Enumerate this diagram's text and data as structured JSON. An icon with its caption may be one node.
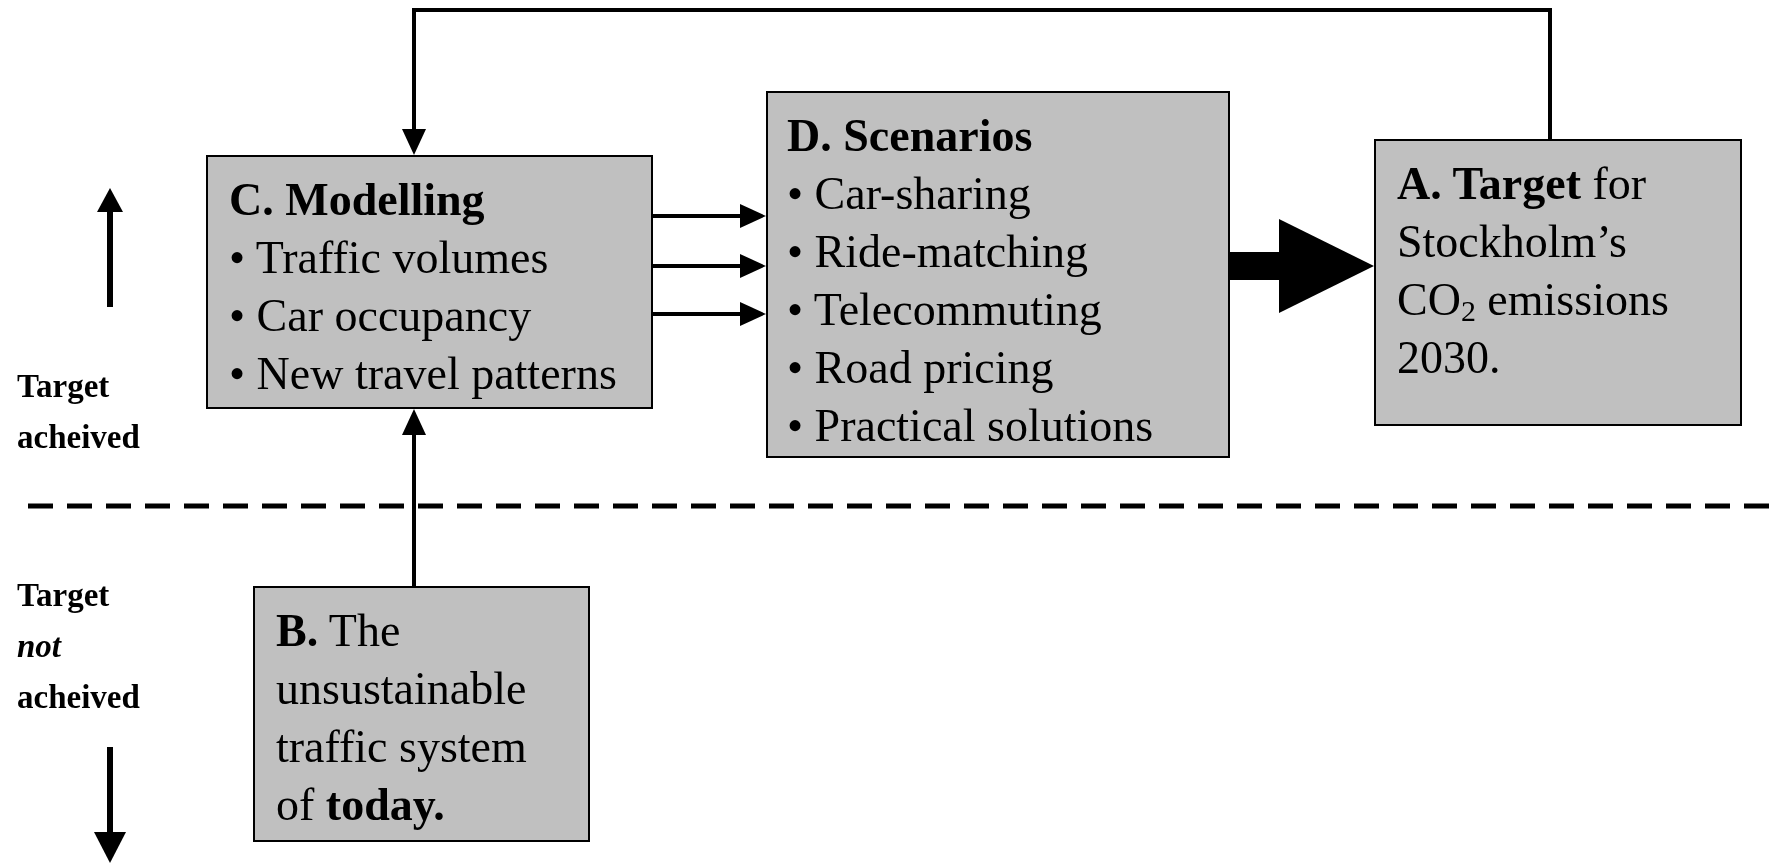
{
  "diagram": {
    "nodes": [
      {
        "text": [
          "C. Modelling",
          "• Traffic volumes",
          "• Car occupancy",
          "• New travel patterns"
        ]
      },
      {
        "text": [
          "D. Scenarios",
          "• Car-sharing",
          "• Ride-matching",
          "• Telecommuting",
          "• Road pricing",
          "• Practical solutions"
        ]
      },
      {
        "text": [
          "**A. Target** for Stockholm’s CO$_{2}$ emissions 2030."
        ]
      },
      {
        "text": [
          "**B.** The unsustainable traffic system of **today.**"
        ]
      }
    ],
    "edges": [
      {
        "from": 0,
        "to": 1,
        "arrow": "to"
      },
      {
        "from": 0,
        "to": 1,
        "arrow": "to"
      },
      {
        "from": 0,
        "to": 1,
        "arrow": "to"
      },
      {
        "from": 1,
        "to": 2,
        "arrow": "to",
        "style": "thick"
      },
      {
        "from": 2,
        "to": 0,
        "arrow": "to"
      },
      {
        "from": 3,
        "to": 0,
        "arrow": "to"
      }
    ],
    "labels": [
      "Target acheived",
      "Target *not* acheived"
    ]
  }
}
